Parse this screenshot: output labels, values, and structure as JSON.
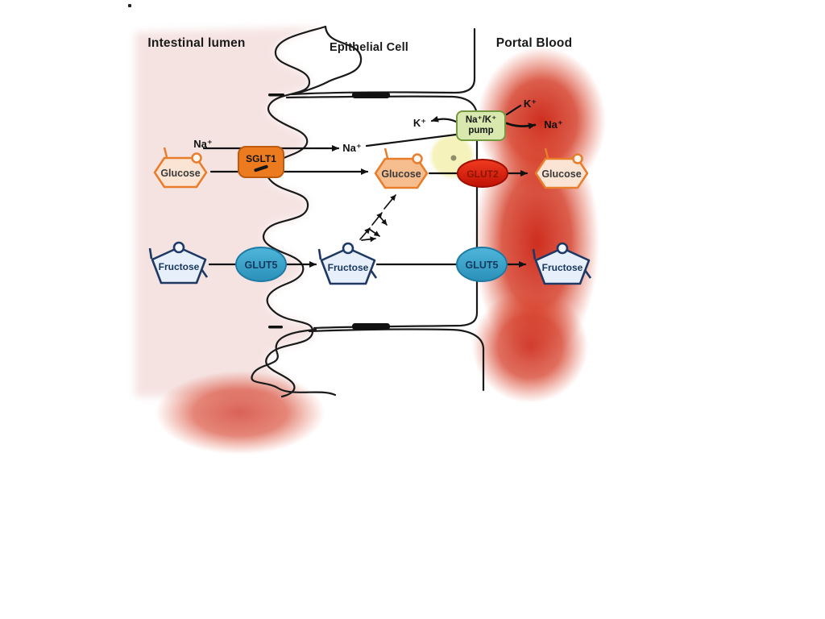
{
  "diagram": {
    "artifact_dot": ".",
    "regions": {
      "intestinal_lumen": "Intestinal lumen",
      "epithelial_cell": "Epithelial Cell",
      "portal_blood": "Portal Blood"
    },
    "transporters": {
      "sglt1": "SGLT1",
      "glut2": "GLUT2",
      "glut5_apical": "GLUT5",
      "glut5_basolateral": "GLUT5",
      "pump_line1": "Na⁺/K⁺",
      "pump_line2": "pump"
    },
    "molecules": {
      "glucose_lumen": "Glucose",
      "glucose_cell": "Glucose",
      "glucose_blood": "Glucose",
      "fructose_lumen": "Fructose",
      "fructose_cell": "Fructose",
      "fructose_blood": "Fructose"
    },
    "ions": {
      "na_lumen": "Na⁺",
      "na_cell": "Na⁺",
      "k_cell": "K⁺",
      "k_blood": "K⁺",
      "na_blood": "Na⁺"
    },
    "colors": {
      "lumen_pink": "#f4e1e0",
      "portal_red": "#cc2515",
      "sglt1_orange": "#ec7a1e",
      "glut2_red": "#e5271b",
      "glut5_blue": "#3fa9ce",
      "pump_green": "#d8e8af",
      "glucose_fill": "#fbe4d3",
      "glucose_border": "#e87d2b",
      "fructose_fill": "#e7f0fa",
      "fructose_border": "#1f3864",
      "highlight_yellow": "#f6f2bc"
    }
  }
}
